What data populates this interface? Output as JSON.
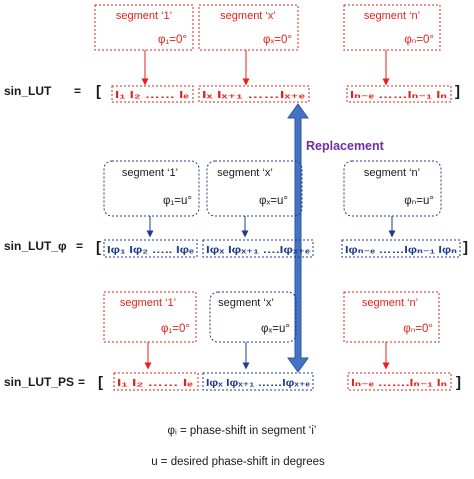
{
  "colors": {
    "red": "#e2231a",
    "blue": "#1f3d8c",
    "arrow_fill": "#4472c4",
    "arrow_stroke": "#2f5597",
    "replacement_text": "#7030a0",
    "text": "#1a1a1a"
  },
  "rows": {
    "lut": {
      "label": "sin_LUT",
      "eq": "="
    },
    "lut_phi": {
      "label": "sin_LUT_φ",
      "eq": "="
    },
    "lut_ps": {
      "label": "sin_LUT_PS",
      "eq": "="
    }
  },
  "top_segments": {
    "s1": {
      "title": "segment ‘1’",
      "phi": "φ₁=0°"
    },
    "sx": {
      "title": "segment ‘x’",
      "phi": "φₓ=0°"
    },
    "sn": {
      "title": "segment ‘n’",
      "phi": "φₙ=0°"
    }
  },
  "mid_segments": {
    "s1": {
      "title": "segment ‘1’",
      "phi": "φ₁=u°"
    },
    "sx": {
      "title": "segment ‘x’",
      "phi": "φₓ=u°"
    },
    "sn": {
      "title": "segment ‘n’",
      "phi": "φₙ=u°"
    }
  },
  "bot_segments": {
    "s1": {
      "title": "segment ‘1’",
      "phi": "φ₁=0°"
    },
    "sx": {
      "title": "segment ‘x’",
      "phi": "φₓ=u°"
    },
    "sn": {
      "title": "segment ‘n’",
      "phi": "φₙ=0°"
    }
  },
  "lut_cells": {
    "a": "I₁ I₂ …… Iₑ",
    "b": "Iₓ Iₓ₊₁ ……Iₓ₊ₑ",
    "c": "Iₙ₋ₑ ……Iₙ₋₁ Iₙ"
  },
  "lut_phi_cells": {
    "a": "Iφ₁ Iφ₂ ….. Iφₑ",
    "b": "Iφₓ Iφₓ₊₁ ….Iφₓ₊ₑ",
    "c": "Iφₙ₋ₑ ……Iφₙ₋₁ Iφₙ"
  },
  "lut_ps_cells": {
    "a": "I₁ I₂ …… Iₑ",
    "b": "Iφₓ Iφₓ₊₁ ……Iφₓ₊ₑ",
    "c": "Iₙ₋ₑ …….Iₙ₋₁ Iₙ"
  },
  "brackets": {
    "open": "[",
    "close": "]"
  },
  "replacement_label": "Replacement",
  "footnotes": {
    "line1": "φᵢ = phase-shift in segment ‘i’",
    "line2": "u = desired phase-shift in degrees"
  }
}
